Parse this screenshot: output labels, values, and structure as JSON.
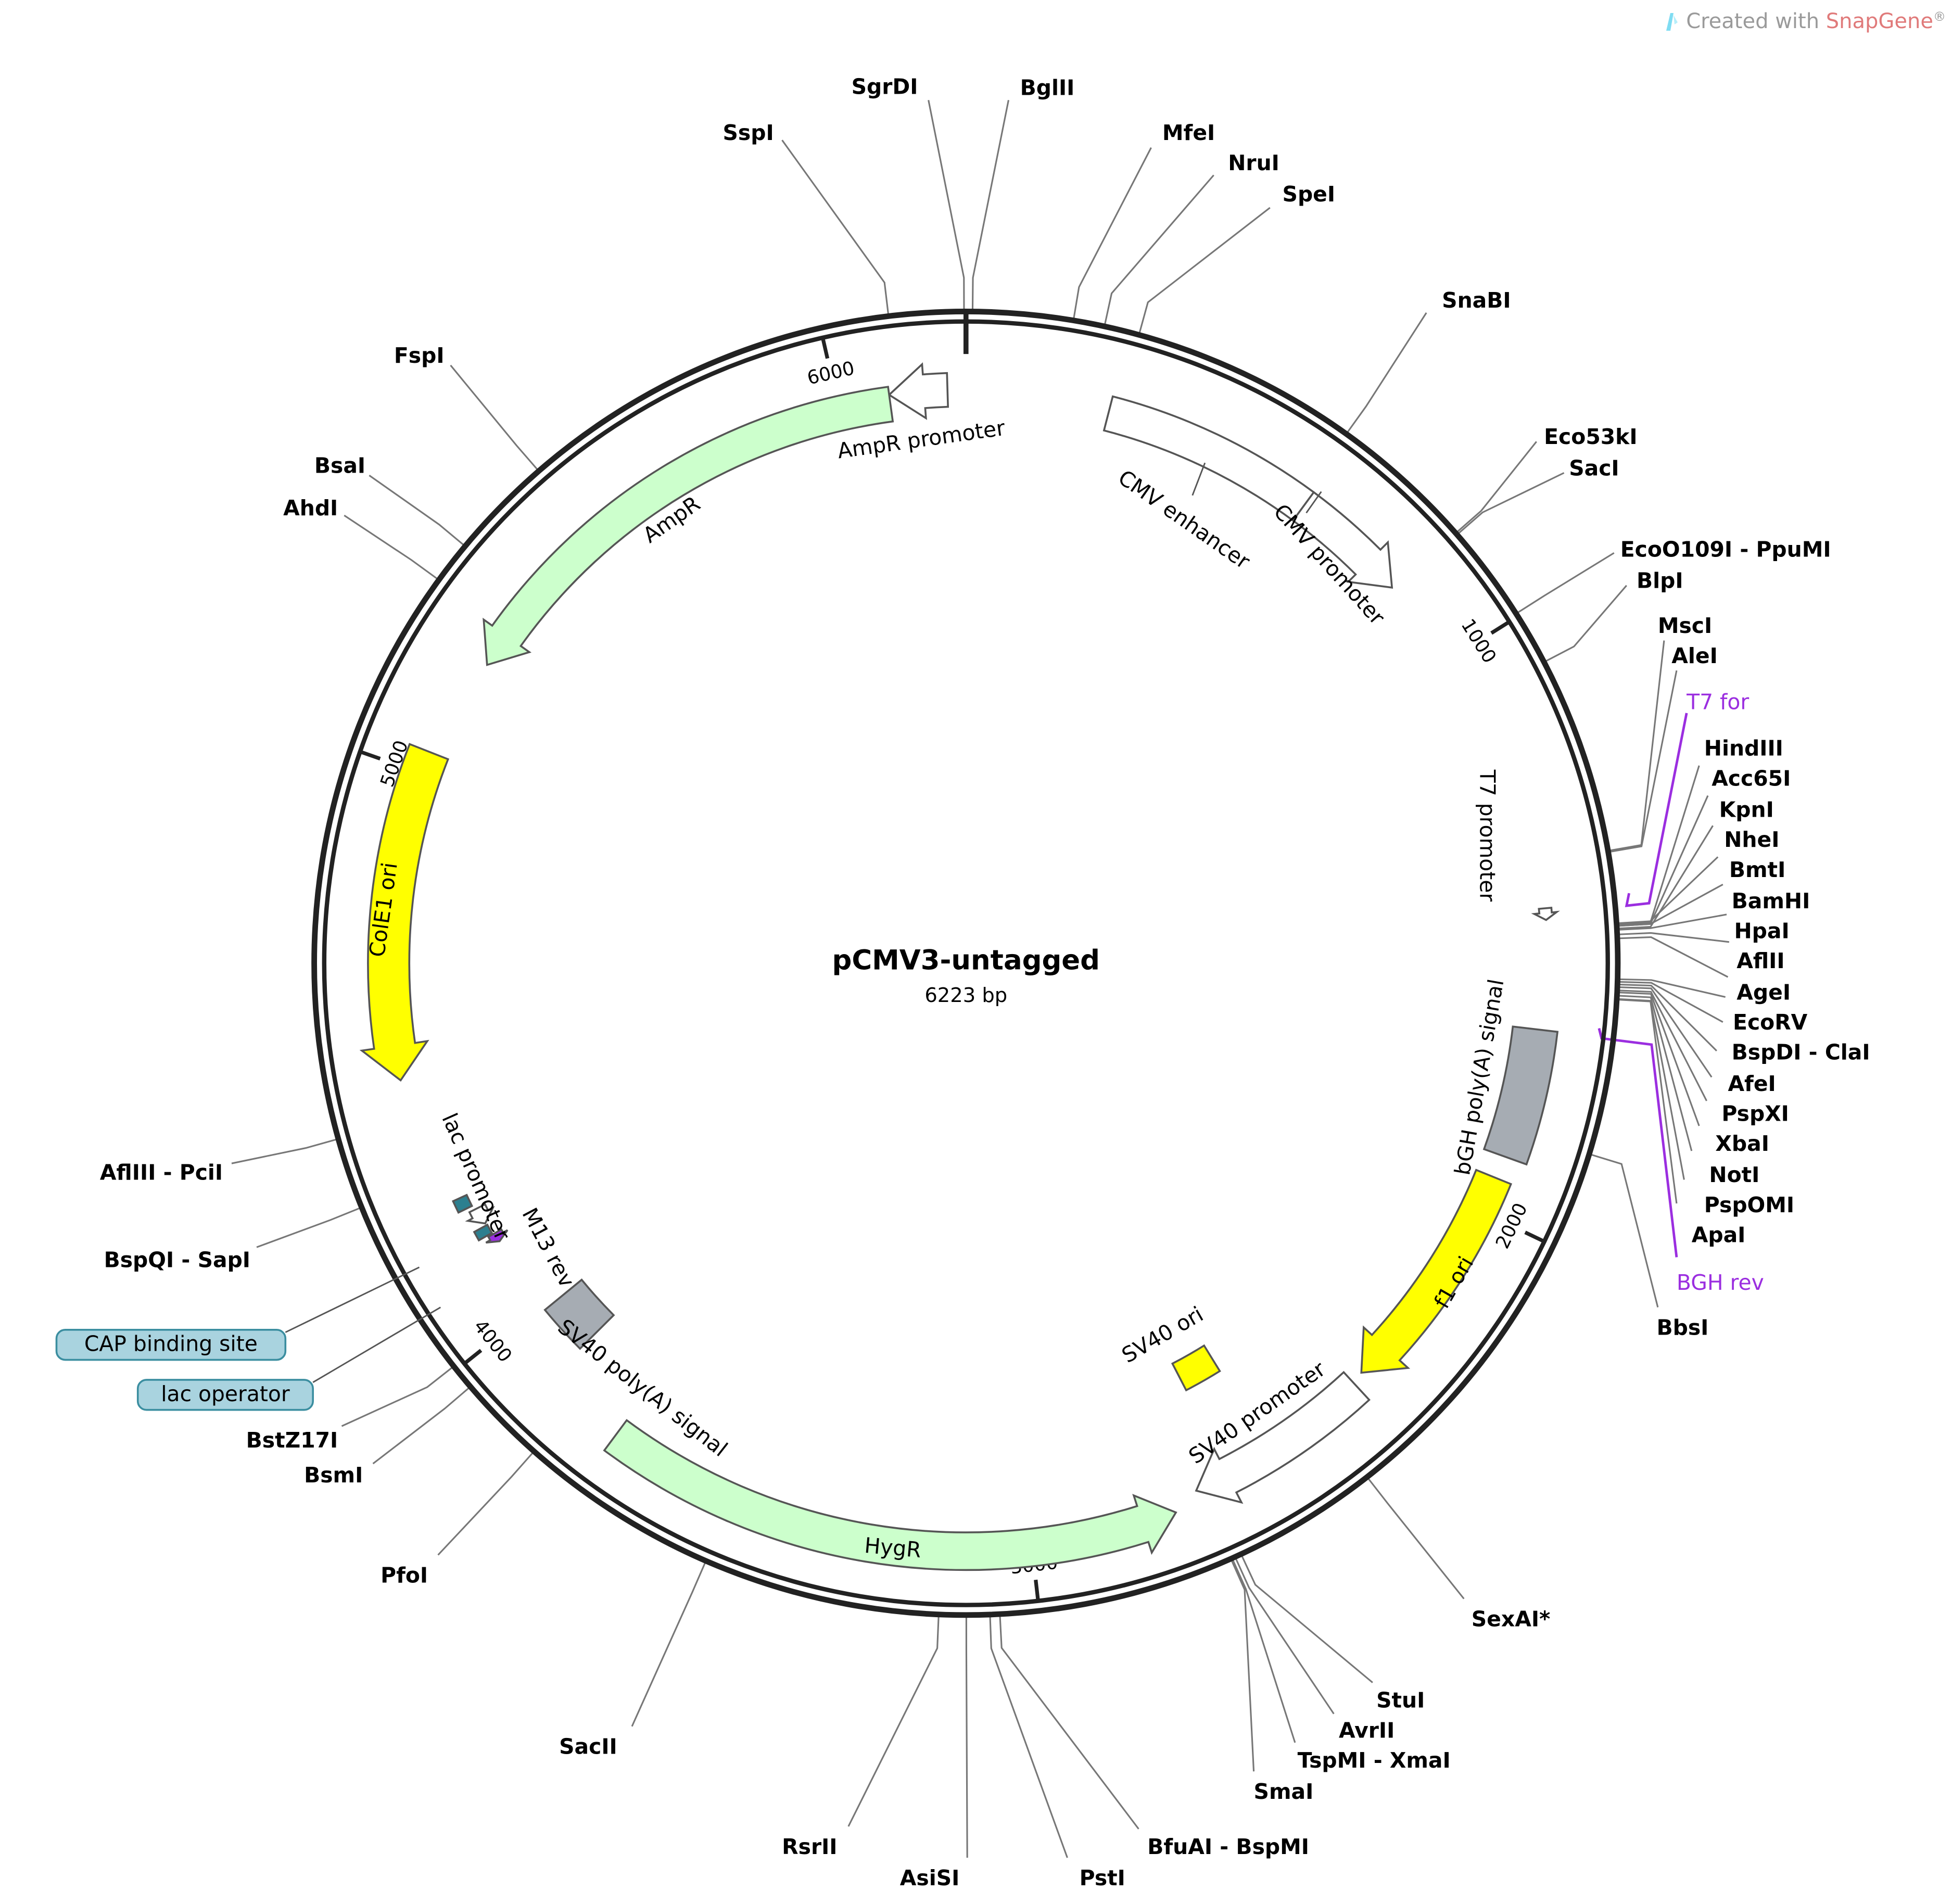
{
  "credit": {
    "prefix": "Created with ",
    "brand": "SnapGene",
    "suffix": "®",
    "icon": "snapgene-logo-icon"
  },
  "plasmid": {
    "name": "pCMV3-untagged",
    "length_label": "6223 bp",
    "length": 6223
  },
  "colors": {
    "green": "#ccffcc",
    "yellow": "#ffff00",
    "gray": "#a6acb3",
    "white": "#ffffff",
    "teal": "#2c7f8f",
    "purple": "#9b2ee0",
    "box_fill": "#a9d3df",
    "box_border": "#3b8ea0",
    "gray_text": "#808080"
  },
  "ticks": [
    {
      "bp": 1000,
      "label": "1000"
    },
    {
      "bp": 2000,
      "label": "2000"
    },
    {
      "bp": 3000,
      "label": "3000"
    },
    {
      "bp": 4000,
      "label": "4000"
    },
    {
      "bp": 5000,
      "label": "5000"
    },
    {
      "bp": 6000,
      "label": "6000"
    }
  ],
  "features": [
    {
      "name": "AmpR promoter",
      "start": 6090,
      "end": 6191,
      "direction": -1,
      "color": "#ffffff"
    },
    {
      "name": "AmpR",
      "start": 5219,
      "end": 6090,
      "direction": -1,
      "color": "#ccffcc"
    },
    {
      "name": "CMV enhancer",
      "start": 251,
      "end": 630,
      "direction": 0,
      "color": "#ffffff"
    },
    {
      "name": "CMV promoter",
      "start": 630,
      "end": 840,
      "direction": 1,
      "color": "#ffffff"
    },
    {
      "name": "T7 promoter",
      "start": 1462,
      "end": 1482,
      "direction": 1,
      "color": "#ffffff"
    },
    {
      "name": "bGH poly(A) signal",
      "start": 1670,
      "end": 1897,
      "direction": 0,
      "color": "#a6acb3"
    },
    {
      "name": "f1 ori",
      "start": 1937,
      "end": 2351,
      "direction": 1,
      "color": "#ffff00"
    },
    {
      "name": "SV40 promoter",
      "start": 2373,
      "end": 2704,
      "direction": 1,
      "color": "#ffffff"
    },
    {
      "name": "SV40 ori",
      "start": 2560,
      "end": 2640,
      "direction": 0,
      "color": "#ffff00"
    },
    {
      "name": "HygR",
      "start": 2750,
      "end": 3744,
      "direction": -1,
      "color": "#ccffcc"
    },
    {
      "name": "SV40 poly(A) signal",
      "start": 3890,
      "end": 3985,
      "direction": 0,
      "color": "#a6acb3"
    },
    {
      "name": "M13 rev",
      "start": 4135,
      "end": 4152,
      "direction": -1,
      "color": "#9b2ee0"
    },
    {
      "name": "lac operator",
      "start": 4155,
      "end": 4172,
      "direction": 0,
      "color": "#2c7f8f"
    },
    {
      "name": "lac promoter",
      "start": 4176,
      "end": 4207,
      "direction": -1,
      "color": "#ffffff"
    },
    {
      "name": "CAP binding site",
      "start": 4215,
      "end": 4237,
      "direction": 0,
      "color": "#2c7f8f"
    },
    {
      "name": "ColE1 ori",
      "start": 4465,
      "end": 5039,
      "direction": -1,
      "color": "#ffff00"
    }
  ],
  "feature_callouts": [
    {
      "name": "CAP binding site"
    },
    {
      "name": "lac operator"
    }
  ],
  "primers": [
    {
      "name": "T7 for",
      "bp": 1480
    },
    {
      "name": "BGH rev",
      "bp": 1700
    }
  ],
  "enzymes": [
    {
      "name": "SspI",
      "bp": 6105
    },
    {
      "name": "SgrDI",
      "bp": 6220
    },
    {
      "name": "BglII",
      "bp": 10
    },
    {
      "name": "MfeI",
      "bp": 164
    },
    {
      "name": "NruI",
      "bp": 212
    },
    {
      "name": "SpeI",
      "bp": 266
    },
    {
      "name": "SnaBI",
      "bp": 617
    },
    {
      "name": "Eco53kI",
      "bp": 842
    },
    {
      "name": "SacI",
      "bp": 845
    },
    {
      "name": "EcoO109I - PpuMI",
      "bp": 995
    },
    {
      "name": "BlpI",
      "bp": 1080
    },
    {
      "name": "MscI",
      "bp": 1384
    },
    {
      "name": "AleI",
      "bp": 1386
    },
    {
      "name": "HindIII",
      "bp": 1497
    },
    {
      "name": "Acc65I",
      "bp": 1499
    },
    {
      "name": "KpnI",
      "bp": 1503
    },
    {
      "name": "NheI",
      "bp": 1495
    },
    {
      "name": "BmtI",
      "bp": 1499
    },
    {
      "name": "BamHI",
      "bp": 1505
    },
    {
      "name": "HpaI",
      "bp": 1512
    },
    {
      "name": "AflII",
      "bp": 1518
    },
    {
      "name": "AgeI",
      "bp": 1580
    },
    {
      "name": "EcoRV",
      "bp": 1584
    },
    {
      "name": "BspDI - ClaI",
      "bp": 1588
    },
    {
      "name": "AfeI",
      "bp": 1592
    },
    {
      "name": "PspXI",
      "bp": 1597
    },
    {
      "name": "XbaI",
      "bp": 1600
    },
    {
      "name": "NotI",
      "bp": 1605
    },
    {
      "name": "PspOMI",
      "bp": 1610
    },
    {
      "name": "ApaI",
      "bp": 1611
    },
    {
      "name": "BbsI",
      "bp": 1850
    },
    {
      "name": "SexAI*",
      "bp": 2455
    },
    {
      "name": "StuI",
      "bp": 2680
    },
    {
      "name": "AvrII",
      "bp": 2690
    },
    {
      "name": "TspMI - XmaI",
      "bp": 2695
    },
    {
      "name": "SmaI",
      "bp": 2697
    },
    {
      "name": "BfuAI - BspMI",
      "bp": 3060
    },
    {
      "name": "PstI",
      "bp": 3075
    },
    {
      "name": "AsiSI",
      "bp": 3111
    },
    {
      "name": "RsrII",
      "bp": 3153
    },
    {
      "name": "SacII",
      "bp": 3518
    },
    {
      "name": "PfoI",
      "bp": 3829
    },
    {
      "name": "BsmI",
      "bp": 3967
    },
    {
      "name": "BstZ17I",
      "bp": 4007
    },
    {
      "name": "BspQI - SapI",
      "bp": 4287
    },
    {
      "name": "AflIII - PciI",
      "bp": 4397
    },
    {
      "name": "AhdI",
      "bp": 5290
    },
    {
      "name": "BsaI",
      "bp": 5355
    },
    {
      "name": "FspI",
      "bp": 5515
    }
  ]
}
